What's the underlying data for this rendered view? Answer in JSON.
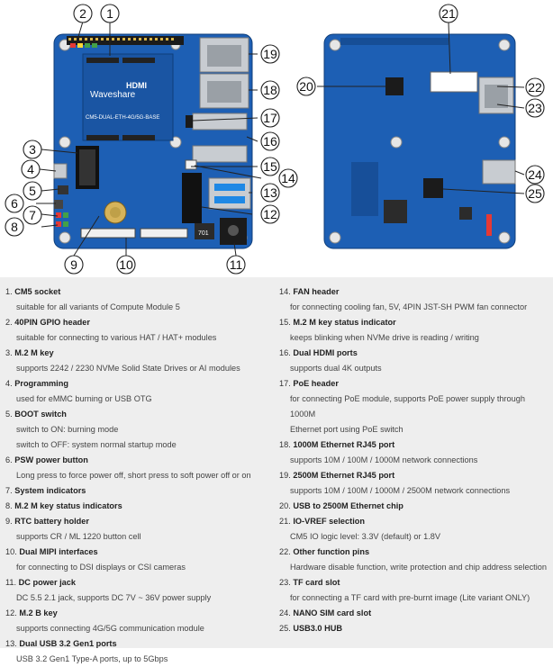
{
  "board": {
    "brand_text": "Waveshare",
    "hdmi_text": "HDMI",
    "model_text": "CM5-DUAL-ETH-4G/5G-BASE",
    "chip_text": "701"
  },
  "labels": {
    "n1": "1",
    "n2": "2",
    "n3": "3",
    "n4": "4",
    "n5": "5",
    "n6": "6",
    "n7": "7",
    "n8": "8",
    "n9": "9",
    "n10": "10",
    "n11": "11",
    "n12": "12",
    "n13": "13",
    "n14": "14",
    "n15": "15",
    "n16": "16",
    "n17": "17",
    "n18": "18",
    "n19": "19",
    "n20": "20",
    "n21": "21",
    "n22": "22",
    "n23": "23",
    "n24": "24",
    "n25": "25"
  },
  "legend": {
    "left": [
      {
        "num": "1.",
        "title": "CM5 socket",
        "desc": [
          "suitable for all variants of Compute Module 5"
        ]
      },
      {
        "num": "2.",
        "title": "40PIN GPIO header",
        "desc": [
          "suitable for connecting to various HAT / HAT+ modules"
        ]
      },
      {
        "num": "3.",
        "title": "M.2 M key",
        "desc": [
          "supports 2242 / 2230 NVMe Solid State Drives or AI modules"
        ]
      },
      {
        "num": "4.",
        "title": "Programming",
        "desc": [
          "used for eMMC burning or USB OTG"
        ]
      },
      {
        "num": "5.",
        "title": "BOOT switch",
        "desc": [
          "switch to ON: burning mode",
          "switch to OFF: system normal startup mode"
        ]
      },
      {
        "num": "6.",
        "title": "PSW power button",
        "desc": [
          "Long press to force power off, short press to soft power off or on"
        ]
      },
      {
        "num": "7.",
        "title": "System indicators",
        "desc": []
      },
      {
        "num": "8.",
        "title": "M.2 M key status indicators",
        "desc": []
      },
      {
        "num": "9.",
        "title": "RTC battery holder",
        "desc": [
          "supports CR / ML 1220 button cell"
        ]
      },
      {
        "num": "10.",
        "title": "Dual MIPI interfaces",
        "desc": [
          "for connecting to DSI displays or CSI cameras"
        ]
      },
      {
        "num": "11.",
        "title": "DC power jack",
        "desc": [
          "DC 5.5 2.1 jack, supports DC 7V ~ 36V power supply"
        ]
      },
      {
        "num": "12.",
        "title": "M.2 B key",
        "desc": [
          "supports connecting 4G/5G communication module"
        ]
      },
      {
        "num": "13.",
        "title": "Dual USB 3.2 Gen1 ports",
        "desc": [
          "USB 3.2 Gen1 Type-A ports, up to 5Gbps"
        ]
      }
    ],
    "right": [
      {
        "num": "14.",
        "title": "FAN header",
        "desc": [
          "for connecting cooling fan, 5V, 4PIN JST-SH PWM fan connector"
        ]
      },
      {
        "num": "15.",
        "title": "M.2 M key status indicator",
        "desc": [
          "keeps blinking when NVMe drive is reading / writing"
        ]
      },
      {
        "num": "16.",
        "title": "Dual HDMI ports",
        "desc": [
          "supports dual 4K outputs"
        ]
      },
      {
        "num": "17.",
        "title": "PoE header",
        "desc": [
          "for connecting PoE module, supports PoE power supply through 1000M",
          "Ethernet port using PoE switch"
        ]
      },
      {
        "num": "18.",
        "title": "1000M Ethernet RJ45 port",
        "desc": [
          "supports 10M / 100M / 1000M network connections"
        ]
      },
      {
        "num": "19.",
        "title": "2500M Ethernet RJ45 port",
        "desc": [
          "supports 10M / 100M / 1000M / 2500M network connections"
        ]
      },
      {
        "num": "20.",
        "title": "USB to 2500M Ethernet chip",
        "desc": []
      },
      {
        "num": "21.",
        "title": "IO-VREF selection",
        "desc": [
          "CM5 IO logic level: 3.3V (default) or 1.8V"
        ]
      },
      {
        "num": "22.",
        "title": "Other function pins",
        "desc": [
          "Hardware disable function, write protection and chip address selection"
        ]
      },
      {
        "num": "23.",
        "title": "TF card slot",
        "desc": [
          "for connecting a TF card with pre-burnt image (Lite variant ONLY)"
        ]
      },
      {
        "num": "24.",
        "title": "NANO SIM card slot",
        "desc": []
      },
      {
        "num": "25.",
        "title": "USB3.0 HUB",
        "desc": []
      }
    ]
  },
  "colors": {
    "pcb": "#1d5fb4",
    "pcb_dark": "#164e96",
    "metal": "#c8ccd1",
    "legend_bg": "#eeeeee"
  }
}
